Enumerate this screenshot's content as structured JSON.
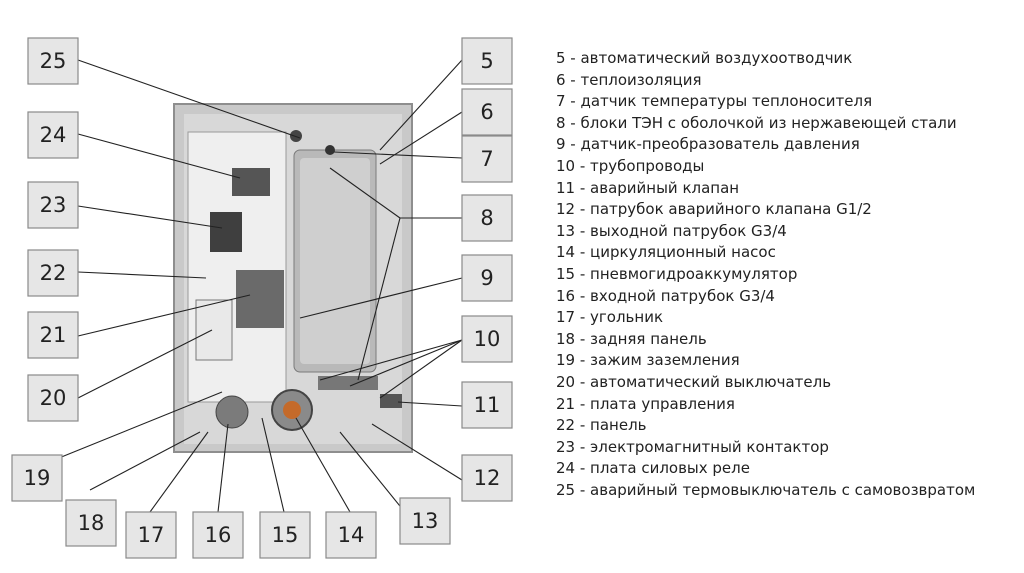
{
  "callouts": [
    "25",
    "24",
    "23",
    "22",
    "21",
    "20",
    "19",
    "18",
    "17",
    "16",
    "15",
    "14",
    "13",
    "12",
    "11",
    "10",
    "9",
    "8",
    "7",
    "6",
    "5"
  ],
  "legend": [
    "5 - автоматический воздухоотводчик",
    "6 - теплоизоляция",
    "7 - датчик температуры теплоносителя",
    "8 - блоки ТЭН с оболочкой из нержавеющей стали",
    "9 - датчик-преобразователь давления",
    "10 - трубопроводы",
    "11 - аварийный клапан",
    "12 - патрубок аварийного клапана G1/2",
    "13 - выходной патрубок G3/4",
    "14 - циркуляционный насос",
    "15 - пневмогидроаккумулятор",
    "16 - входной патрубок G3/4",
    "17 - угольник",
    "18 - задняя панель",
    "19 - зажим заземления",
    "20 - автоматический выключатель",
    "21 - плата управления",
    "22 - панель",
    "23 - электромагнитный контактор",
    "24 - плата силовых реле",
    "25 - аварийный термовыключатель с самовозвратом"
  ]
}
